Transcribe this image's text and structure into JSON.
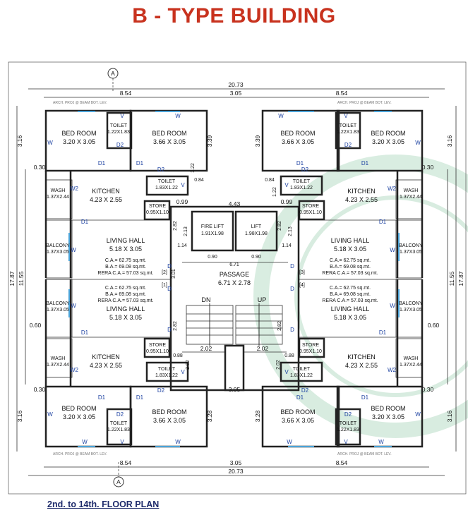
{
  "title": "B - TYPE BUILDING",
  "caption": "2nd. to 14th. FLOOR PLAN",
  "grid_marker": "A",
  "overall": {
    "width": "20.73",
    "half": "8.54",
    "core": "3.05",
    "depth": "17.87",
    "inner_depth": "11.55",
    "edge": "3.16",
    "slab": "0.30",
    "offset": "0.60"
  },
  "beam_note": "ARCH. PROJ @ BEAM BOT. LEV.",
  "rooms": {
    "bed_small": "BED ROOM",
    "bed_small_dim": "3.20 X 3.05",
    "bed_big": "BED ROOM",
    "bed_big_dim": "3.66 X 3.05",
    "toilet": "TOILET",
    "toilet_a_dim": "1.22X1.83",
    "toilet_b_dim": "1.83X1.22",
    "kitchen": "KITCHEN",
    "kitchen_dim": "4.23 X 2.55",
    "wash": "WASH",
    "wash_dim": "1.37X2.44",
    "store": "STORE",
    "store_dim": "0.95X1.10",
    "living": "LIVING HALL",
    "living_dim": "5.18 X 3.05",
    "balcony": "BALCONY",
    "balcony_dim": "1.37X3.05",
    "fire_lift": "FIRE LIFT",
    "fire_lift_dim": "1.91X1.98",
    "lift": "LIFT",
    "lift_dim": "1.98X1.98",
    "passage": "PASSAGE",
    "passage_dim": "6.71 X 2.78",
    "dn": "DN",
    "up": "UP"
  },
  "areas": {
    "ca": "C.A.= 62.75 sq.mt.",
    "ba": "B.A.= 69.08 sq.mt.",
    "rera": "RERA C.A.= 57.03 sq.mt."
  },
  "units": [
    "[1]",
    "[2]",
    "[3]",
    "[4]"
  ],
  "dims": {
    "d339": "3.39",
    "d328": "3.28",
    "d099": "0.99",
    "d084": "0.84",
    "d122": "1.22",
    "d443": "4.43",
    "d282": "2.82",
    "d213": "2.13",
    "d114": "1.14",
    "d090": "0.90",
    "d671": "6.71",
    "d301": "3.01",
    "d202": "2.02",
    "d088": "0.88"
  },
  "marks": {
    "d1": "D1",
    "d2": "D2",
    "w": "W",
    "w2": "W2",
    "v": "V",
    "d": "D"
  }
}
